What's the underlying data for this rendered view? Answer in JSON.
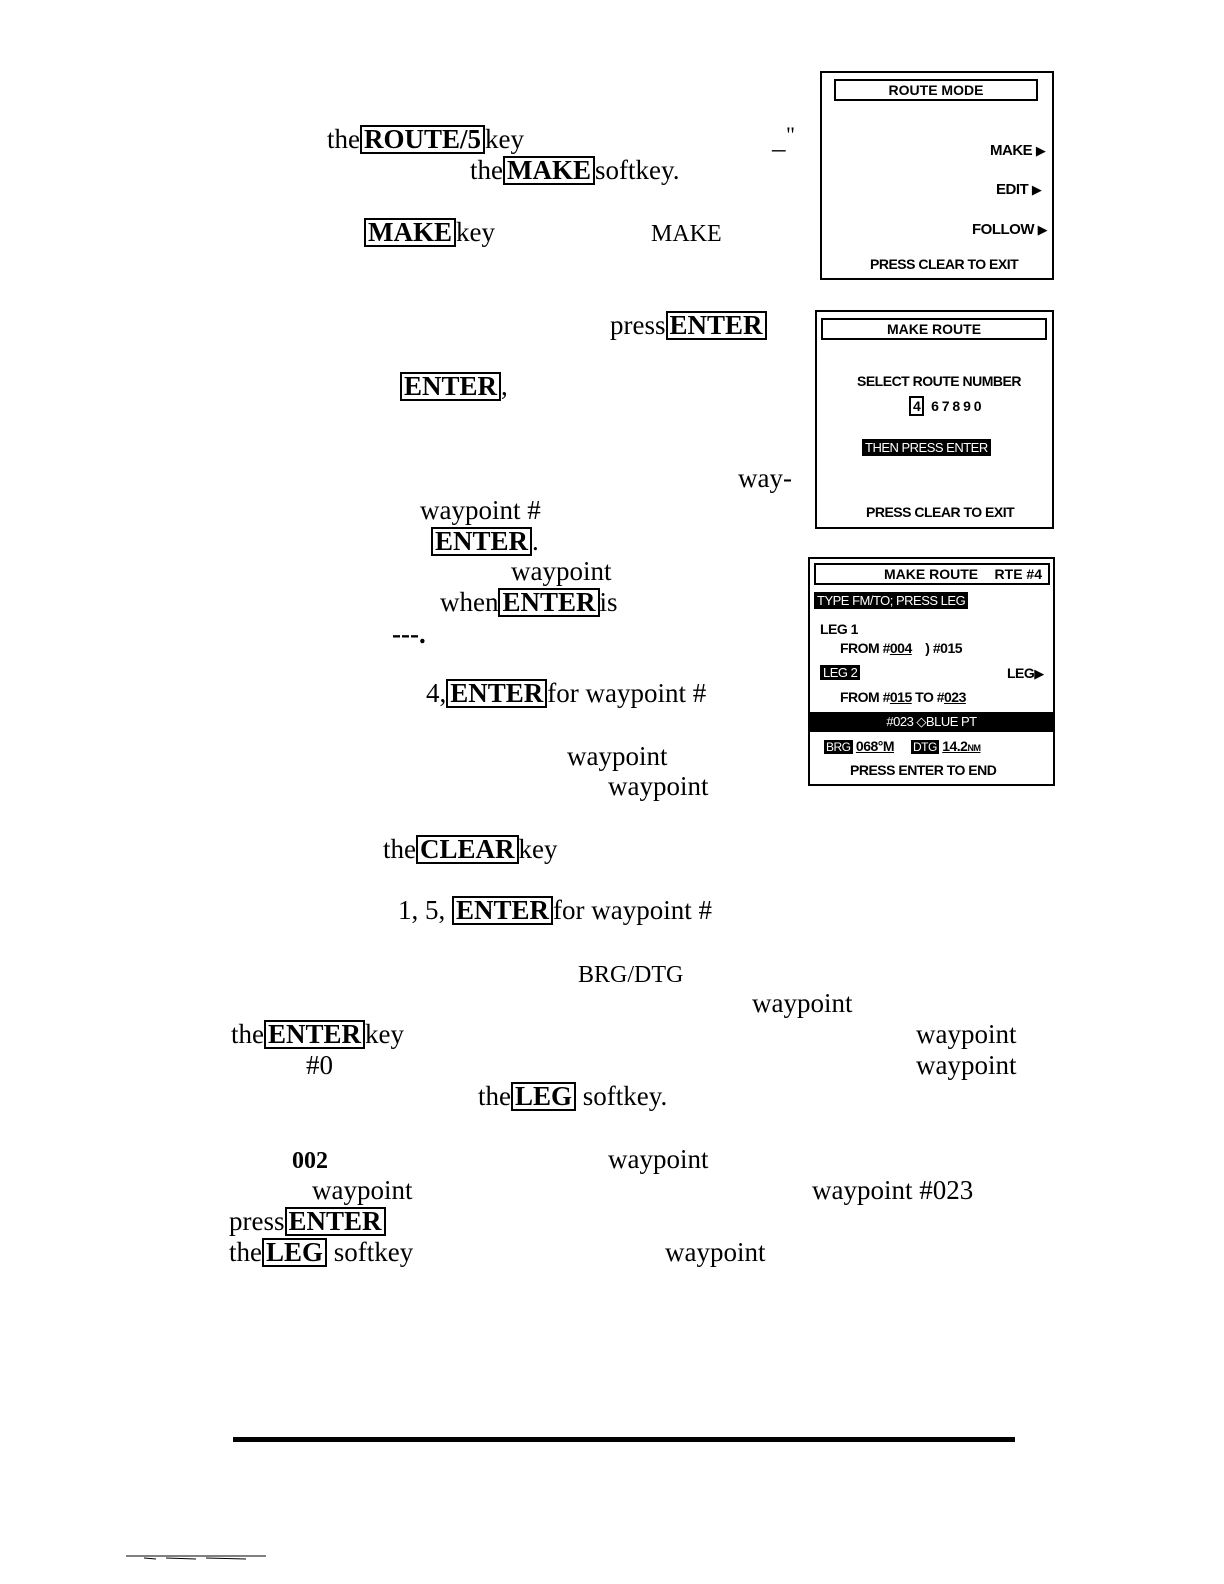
{
  "body_text": {
    "l1_the": "the",
    "l1_key_label": "ROUTE/5",
    "l1_key": "key",
    "l1_quote": "\"",
    "l1_dash": "_",
    "l2_the": "the",
    "l2_key_label": "MAKE",
    "l2_softkey": "softkey.",
    "l3_key_label": "MAKE",
    "l3_key": "key",
    "l3_make": "MAKE",
    "l4_press": "press",
    "l4_key_label": "ENTER",
    "l5_key_label": "ENTER",
    "l5_comma": ",",
    "l6_way": "way-",
    "l7_waypoint": "waypoint #",
    "l8_key_label": "ENTER",
    "l8_dot": ".",
    "l9_waypoint": "waypoint",
    "l10_when": "when",
    "l10_key_label": "ENTER",
    "l10_is": "is",
    "l11_dashes": "---.",
    "l12_four": "4,",
    "l12_key_label": "ENTER",
    "l12_for": "for waypoint #",
    "l13_waypoint": "waypoint",
    "l14_waypoint": "waypoint",
    "l15_the": "the",
    "l15_key_label": "CLEAR",
    "l15_key": "key",
    "l16_nums": "1, 5,",
    "l16_key_label": "ENTER",
    "l16_for": "for waypoint #",
    "l17_brgdtg": "BRG/DTG",
    "l18_waypoint": "waypoint",
    "l19_the": "the",
    "l19_key_label": "ENTER",
    "l19_key": "key",
    "l19_waypoint": "waypoint",
    "l20_num": "#0",
    "l20_waypoint": "waypoint",
    "l21_the": "the",
    "l21_key_label": "LEG",
    "l21_softkey": "softkey.",
    "l22_num": "002",
    "l22_waypoint": "waypoint",
    "l23_waypoint": "waypoint",
    "l23_waypoint2": "waypoint #023",
    "l24_press": "press",
    "l24_key_label": "ENTER",
    "l25_the": "the",
    "l25_key_label": "LEG",
    "l25_softkey": "softkey",
    "l25_waypoint": "waypoint"
  },
  "screen_route_mode": {
    "title": "ROUTE MODE",
    "make": "MAKE",
    "edit": "EDIT",
    "follow": "FOLLOW",
    "footer": "PRESS CLEAR TO EXIT",
    "arrow_icon": "triangle-right"
  },
  "screen_make_route": {
    "title": "MAKE ROUTE",
    "prompt": "SELECT ROUTE NUMBER",
    "selected_digit": "4",
    "digits": "6 7 8 9 0",
    "instruction": "THEN PRESS ENTER",
    "footer": "PRESS CLEAR TO EXIT"
  },
  "screen_make_route_leg": {
    "title": "MAKE ROUTE",
    "route_tag": "RTE #4",
    "instruction": "TYPE FM/TO; PRESS LEG",
    "leg1_label": "LEG 1",
    "leg1_from_prefix": "FROM #",
    "leg1_from_num": "004",
    "leg1_to": "#015",
    "leg2_label": "LEG 2",
    "leg_softkey": "LEG",
    "leg2_from_prefix": "FROM #",
    "leg2_from_num": "015",
    "leg2_to_prefix": "TO #",
    "leg2_to_num": "023",
    "waypoint_name": "#023 ◇BLUE PT",
    "brg_label": "BRG",
    "brg_value": "068°M",
    "dtg_label": "DTG",
    "dtg_value": "14.2",
    "dtg_unit": "NM",
    "footer": "PRESS ENTER TO END"
  }
}
